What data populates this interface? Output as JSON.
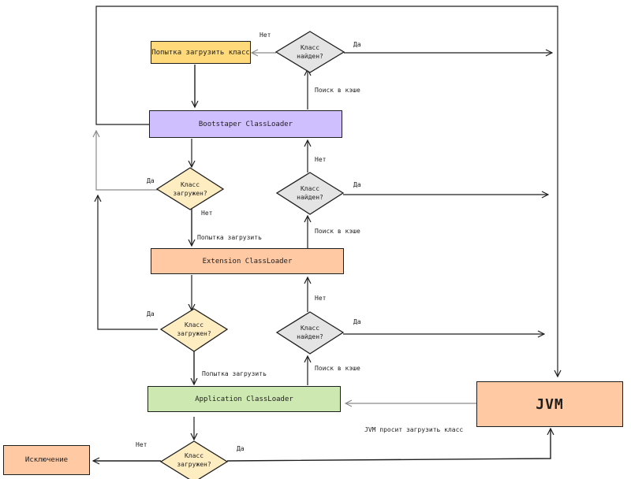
{
  "colors": {
    "bootstrap": "#d0bfff",
    "extension": "#ffc9a3",
    "application": "#cde8b0",
    "attempt": "#ffd97a",
    "jvm": "#ffc9a3",
    "exception": "#ffc9a3",
    "diamond_loaded": "#ffedc2",
    "diamond_found": "#e4e4e4",
    "stroke": "#1e1e1e"
  },
  "boxes": {
    "attempt_load": "Попытка загрузить класс",
    "bootstrap": "Bootstaper ClassLoader",
    "extension": "Extension ClassLoader",
    "application": "Application ClassLoader",
    "jvm": "JVM",
    "exception": "Исключение"
  },
  "diamonds": {
    "found_top": "Класс найден?",
    "found_mid": "Класс найден?",
    "found_low": "Класс найден?",
    "loaded_1": "Класс загружен?",
    "loaded_2": "Класс загружен?",
    "loaded_3": "Класс загружен?"
  },
  "labels": {
    "net_top": "Нет",
    "da_top": "Да",
    "search_cache_1": "Поиск в кэше",
    "net_mid": "Нет",
    "da_mid": "Да",
    "search_cache_2": "Поиск в кэше",
    "net_low": "Нет",
    "da_low": "Да",
    "search_cache_3": "Поиск в кэше",
    "da_loaded_1": "Да",
    "net_loaded_1": "Нет",
    "attempt_1": "Попытка загрузить",
    "da_loaded_2": "Да",
    "attempt_2": "Попытка загрузить",
    "jvm_request": "JVM просит загрузить класс",
    "net_loaded_3": "Нет",
    "da_loaded_3": "Да"
  }
}
